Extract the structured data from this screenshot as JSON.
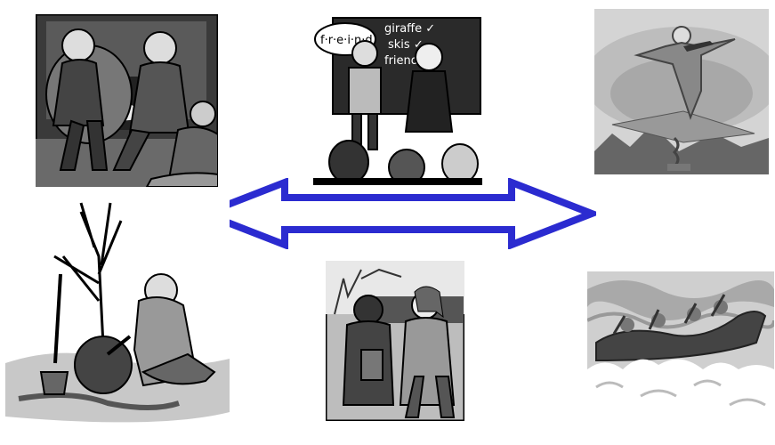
{
  "clipart": {
    "family": {
      "icon": "family-fireside-clipart"
    },
    "classroom": {
      "icon": "classroom-spelling-clipart",
      "bubble_text": "f·r·e·i·n·d",
      "board_line1": "giraffe ✓",
      "board_line2": "skis ✓",
      "board_line3": "friend"
    },
    "businessman": {
      "icon": "businessman-springboard-clipart"
    },
    "gardener": {
      "icon": "gardener-planting-tree-clipart"
    },
    "students": {
      "icon": "students-walking-clipart"
    },
    "rafting": {
      "icon": "whitewater-rafting-clipart"
    }
  },
  "arrow": {
    "icon": "double-headed-arrow-icon",
    "stroke": "#2b2bd0",
    "fill": "#ffffff"
  },
  "colors": {
    "frame": "#000000",
    "gray_dark": "#555555",
    "gray_mid": "#888888",
    "gray_light": "#c8c8c8"
  }
}
